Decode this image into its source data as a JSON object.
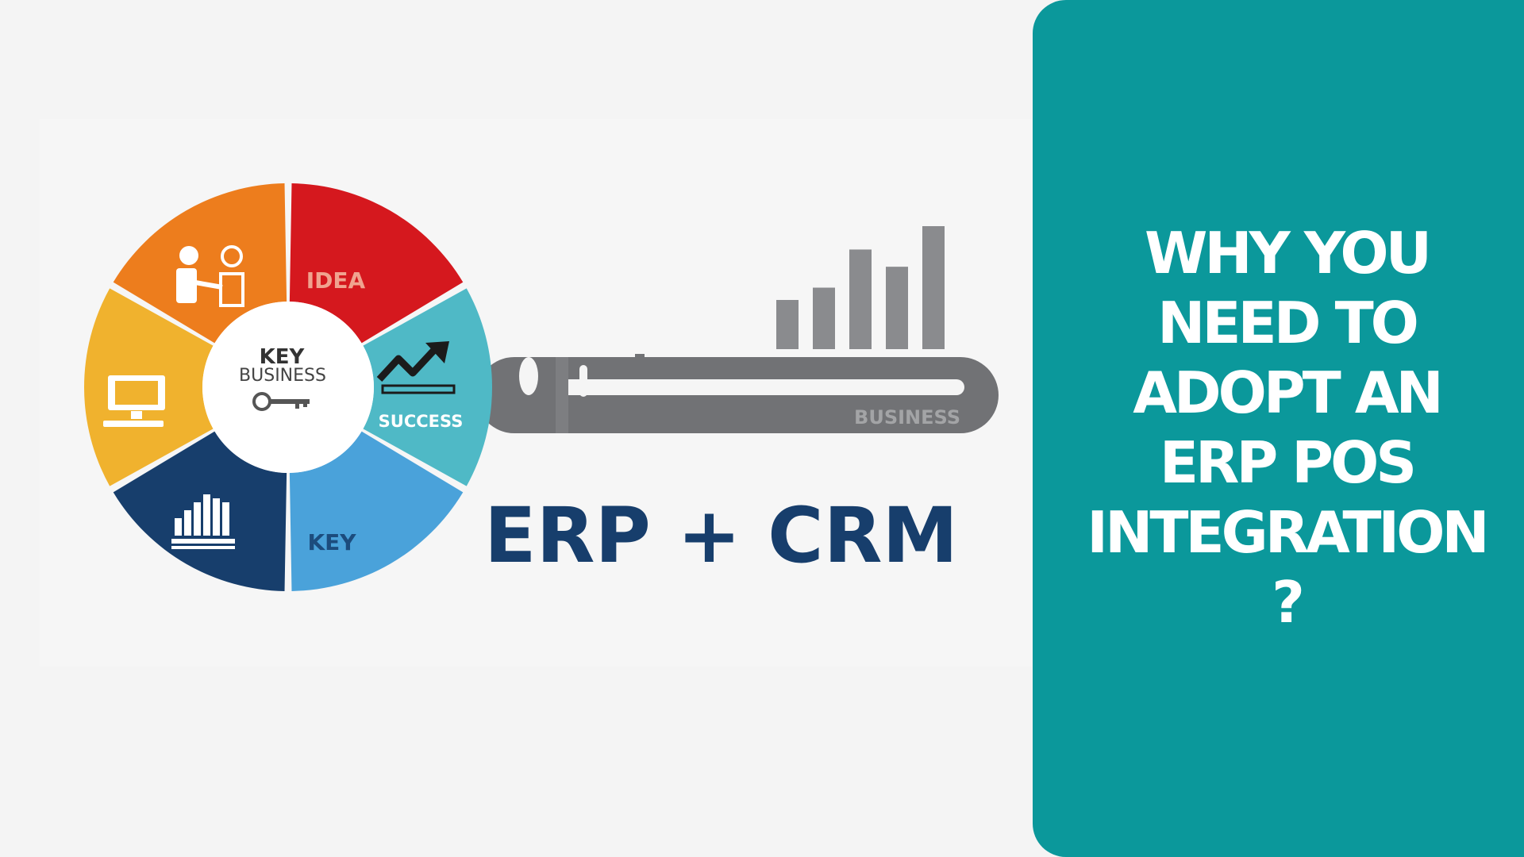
{
  "graphic": {
    "center_title": "KEY",
    "center_subtitle": "BUSINESS",
    "segments": [
      {
        "label": "IDEA",
        "color": "#d5181e"
      },
      {
        "label": "SUCCESS",
        "color": "#4fb9c6"
      },
      {
        "label": "KEY",
        "color": "#4aa2da"
      },
      {
        "label": "",
        "color": "#173e6c"
      },
      {
        "label": "",
        "color": "#f0b22e"
      },
      {
        "label": "",
        "color": "#ed7d1d"
      }
    ],
    "key_shaft_label": "BUSINESS",
    "bar_chart_levels": [
      0.4,
      0.5,
      0.81,
      0.67,
      1.0
    ],
    "caption": "ERP + CRM",
    "caption_color": "#173e6c"
  },
  "headline": {
    "lines": [
      "WHY YOU",
      "NEED TO",
      "ADOPT AN",
      "ERP POS",
      "INTEGRATION",
      "?"
    ],
    "panel_color": "#0b989b"
  }
}
